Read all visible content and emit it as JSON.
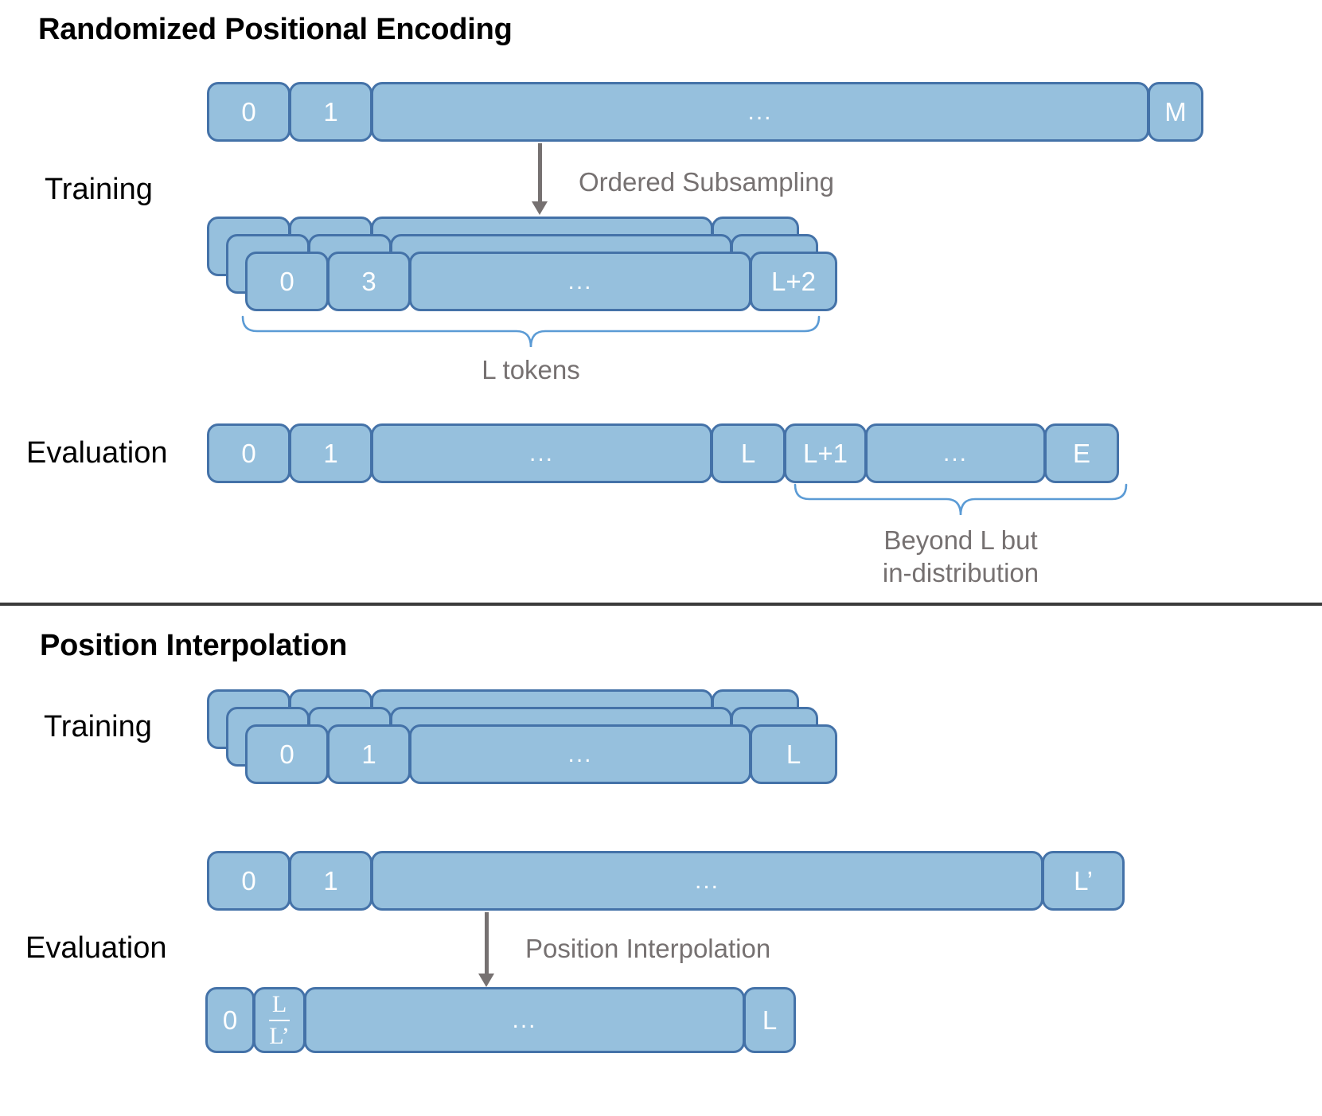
{
  "sections": [
    {
      "title": "Randomized Positional Encoding",
      "stage_labels": {
        "training": "Training",
        "evaluation": "Evaluation"
      },
      "full_row": {
        "cells": [
          "0",
          "1",
          "...",
          "M"
        ]
      },
      "arrow_label": "Ordered Subsampling",
      "training_stack_row": {
        "cells": [
          "0",
          "3",
          "...",
          "L+2"
        ]
      },
      "brace_label": "L tokens",
      "eval_row": {
        "cells": [
          "0",
          "1",
          "...",
          "L",
          "L+1",
          "...",
          "E"
        ]
      },
      "eval_brace_label": "Beyond L but\nin-distribution"
    },
    {
      "title": "Position Interpolation",
      "stage_labels": {
        "training": "Training",
        "evaluation": "Evaluation"
      },
      "training_stack_row": {
        "cells": [
          "0",
          "1",
          "...",
          "L"
        ]
      },
      "eval_row_top": {
        "cells": [
          "0",
          "1",
          "...",
          "L’"
        ]
      },
      "arrow_label": "Position Interpolation",
      "eval_row_bottom": {
        "cells": [
          "0",
          "FRACTION",
          "...",
          "L"
        ],
        "fraction": {
          "numerator": "L",
          "denominator": "L’"
        }
      }
    }
  ],
  "colors": {
    "cell_fill": "#96c0dd",
    "cell_border": "#4472a8",
    "cell_text": "#ffffff",
    "annotation_gray": "#767171",
    "brace_blue": "#5b9bd5",
    "divider": "#3b3b3b",
    "title_black": "#000000",
    "background": "#ffffff"
  }
}
